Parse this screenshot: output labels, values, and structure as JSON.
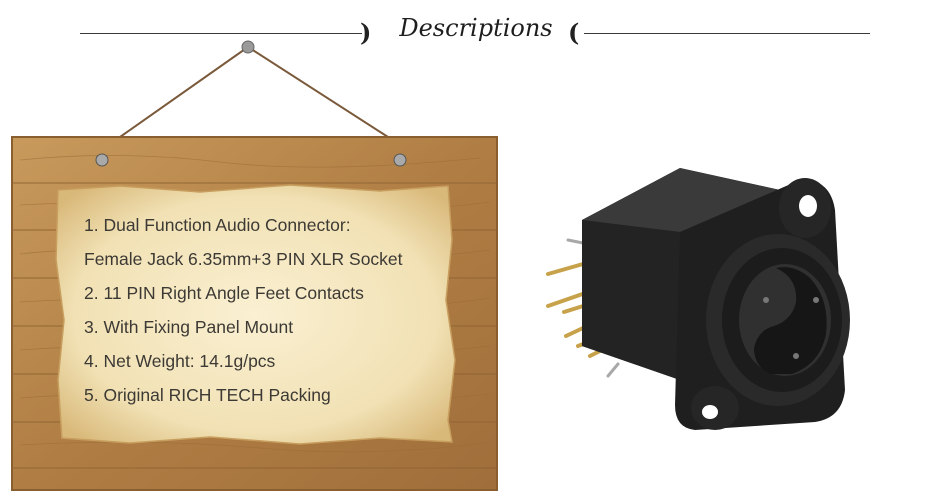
{
  "header": {
    "title": "Descriptions",
    "bracket_left": ")",
    "bracket_right": "("
  },
  "sign": {
    "lines": [
      "1. Dual Function Audio Connector:",
      "Female Jack 6.35mm+3 PIN XLR Socket",
      "2.  11 PIN Right Angle Feet Contacts",
      "3.  With Fixing Panel Mount",
      "4.  Net Weight: 14.1g/pcs",
      "5.  Original RICH TECH Packing"
    ]
  },
  "product": {
    "icon": "xlr-combo-jack-connector-image"
  },
  "colors": {
    "wood": "#b98a4e",
    "parchment": "#f3e6bf",
    "text": "#3d3a35",
    "connector": "#262626",
    "pins": "#c8a24a"
  }
}
